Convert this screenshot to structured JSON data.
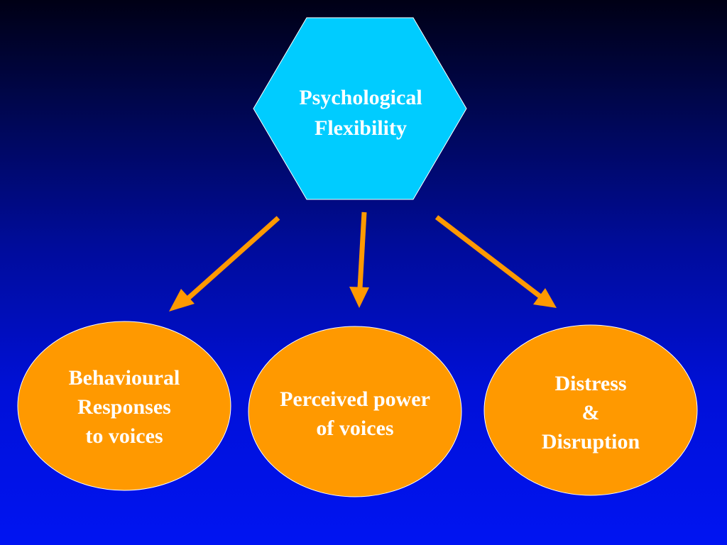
{
  "diagram": {
    "hub": {
      "line1": "Psychological",
      "line2": "Flexibility"
    },
    "outcomes": [
      {
        "lines": [
          "Behavioural",
          "Responses",
          "to voices"
        ]
      },
      {
        "lines": [
          "Perceived power",
          "of voices"
        ]
      },
      {
        "lines": [
          "Distress",
          "&",
          "Disruption"
        ]
      }
    ]
  },
  "colors": {
    "hexagon_fill": "#00ccff",
    "ellipse_fill": "#ff9900",
    "arrow": "#ff9900",
    "text": "#ffffff"
  }
}
